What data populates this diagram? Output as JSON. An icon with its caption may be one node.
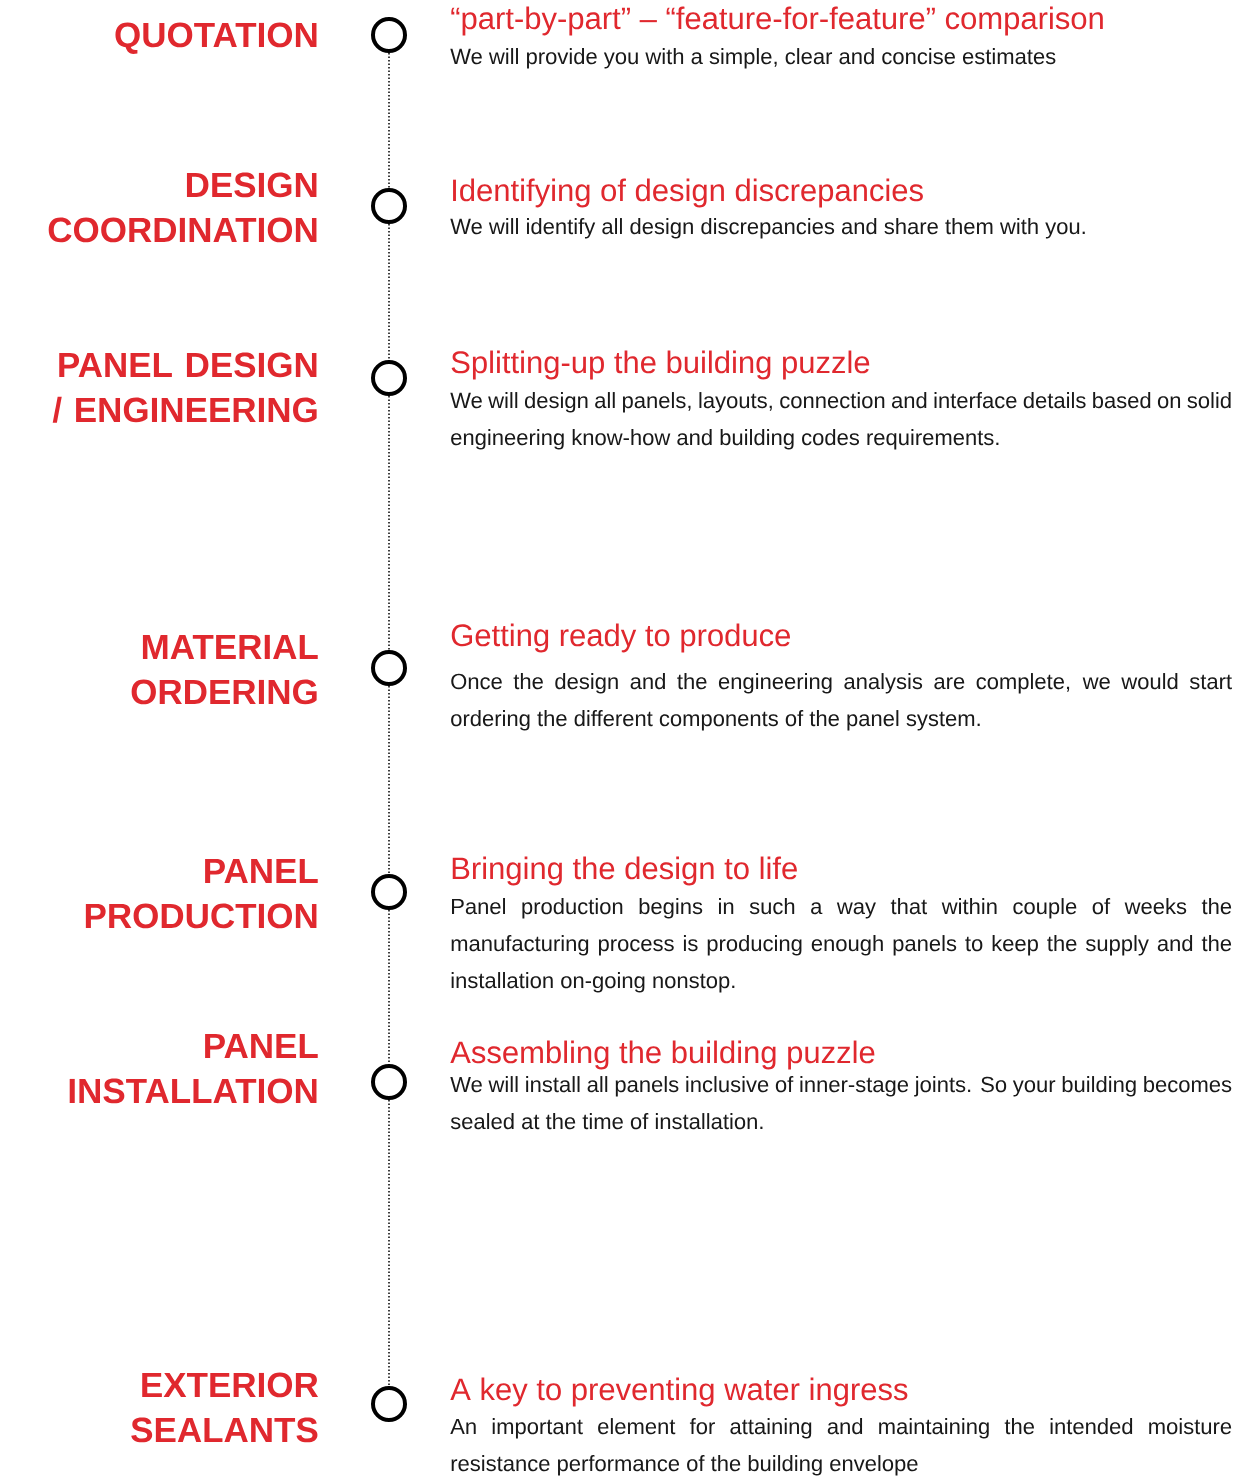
{
  "diagram": {
    "nodes": [
      {
        "text": [],
        "shape": "circle",
        "beside": [
          "QUOTATION",
          "“part-by-part” – “feature-for-feature” comparison",
          "We will provide you with a simple, clear and concise estimates"
        ]
      },
      {
        "text": [],
        "shape": "circle",
        "beside": [
          "DESIGN COORDINATION",
          "Identifying of design discrepancies",
          "We will identify all design discrepancies and share them with you."
        ]
      },
      {
        "text": [],
        "shape": "circle",
        "beside": [
          "PANEL DESIGN / ENGINEERING",
          "Splitting-up the building puzzle",
          "We will design all panels, layouts, connection and interface details based on solid engineering know-how and building codes requirements."
        ]
      },
      {
        "text": [],
        "shape": "circle",
        "beside": [
          "MATERIAL ORDERING",
          "Getting ready to produce",
          "Once the design and the engineering analysis are complete, we would start ordering the different components of the panel system."
        ]
      },
      {
        "text": [],
        "shape": "circle",
        "beside": [
          "PANEL PRODUCTION",
          "Bringing the design to life",
          "Panel production begins in such a way that within couple of weeks the manufacturing process is producing enough panels to keep the supply and the installation on-going nonstop."
        ]
      },
      {
        "text": [],
        "shape": "circle",
        "beside": [
          "PANEL INSTALLATION",
          "Assembling the building puzzle",
          "We will install all panels inclusive of inner-stage joints. So your building becomes sealed at the time of installation."
        ]
      },
      {
        "text": [],
        "shape": "circle",
        "beside": [
          "EXTERIOR SEALANTS",
          "A key to preventing water ingress",
          "An important element for attaining and maintaining the intended moisture resistance performance of the building envelope"
        ]
      }
    ],
    "edges": [
      {
        "from": 0,
        "to": 1,
        "arrow": "none",
        "style": "dashed"
      },
      {
        "from": 1,
        "to": 2,
        "arrow": "none",
        "style": "dashed"
      },
      {
        "from": 2,
        "to": 3,
        "arrow": "none",
        "style": "dashed"
      },
      {
        "from": 3,
        "to": 4,
        "arrow": "none",
        "style": "dashed"
      },
      {
        "from": 4,
        "to": 5,
        "arrow": "none",
        "style": "dashed"
      },
      {
        "from": 5,
        "to": 6,
        "arrow": "none",
        "style": "dashed"
      }
    ]
  }
}
